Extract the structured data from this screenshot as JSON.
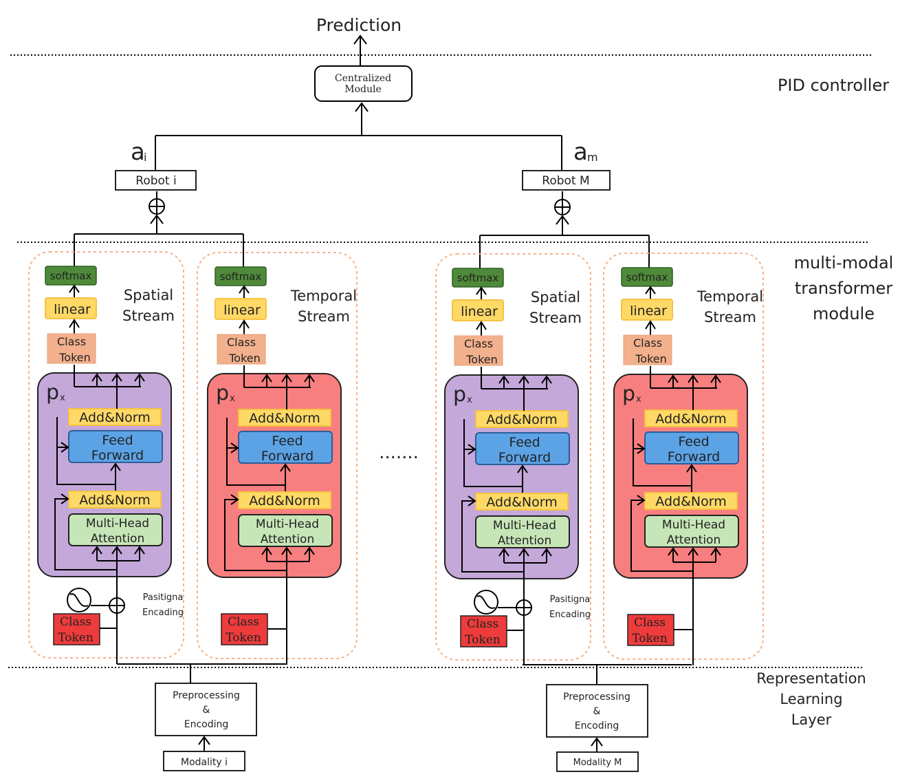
{
  "top": {
    "prediction": "Prediction",
    "centralized_line1": "Centralized",
    "centralized_line2": "Module",
    "pid_label": "PID controller"
  },
  "robots": {
    "i": {
      "label": "Robot i",
      "action": "a",
      "action_sub": "i"
    },
    "m": {
      "label": "Robot M",
      "action": "a",
      "action_sub": "m"
    }
  },
  "module_label": [
    "multi-modal",
    "transformer",
    "module"
  ],
  "streams": {
    "spatial": [
      "Spatial",
      "Stream"
    ],
    "temporal": [
      "Temporal",
      "Stream"
    ]
  },
  "blocks": {
    "softmax": "softmax",
    "linear": "linear",
    "class_token": [
      "Class",
      "Token"
    ],
    "px": "p",
    "px_sub": "x",
    "add_norm": "Add&Norm",
    "feed_forward": [
      "Feed",
      "Forward"
    ],
    "multi_head": [
      "Multi-Head",
      "Attention"
    ]
  },
  "positional": [
    "Pasitigna",
    "Encading"
  ],
  "ellipsis": ".......",
  "representation_label": [
    "Representation",
    "Learning",
    "Layer"
  ],
  "preprocessing": [
    "Preprocessing",
    "&",
    "Encoding"
  ],
  "modalities": {
    "i": "Modality i",
    "m": "Modality M"
  }
}
